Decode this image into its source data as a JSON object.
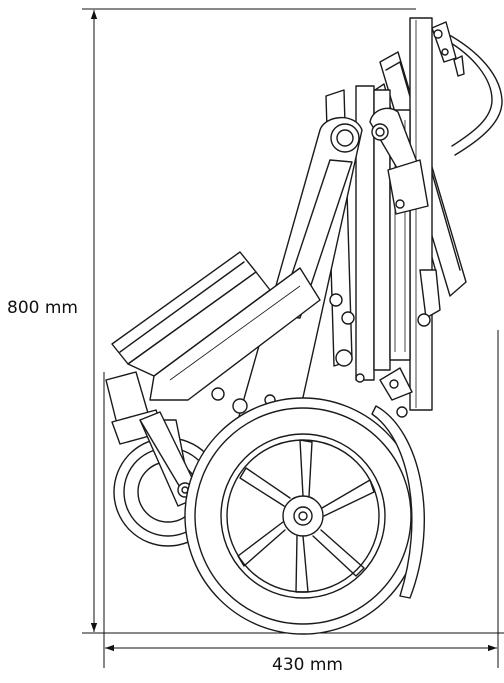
{
  "figure": {
    "subject": "folded-wheelchair-side-view",
    "dimensions": {
      "height_label": "800 mm",
      "width_label": "430 mm"
    }
  }
}
